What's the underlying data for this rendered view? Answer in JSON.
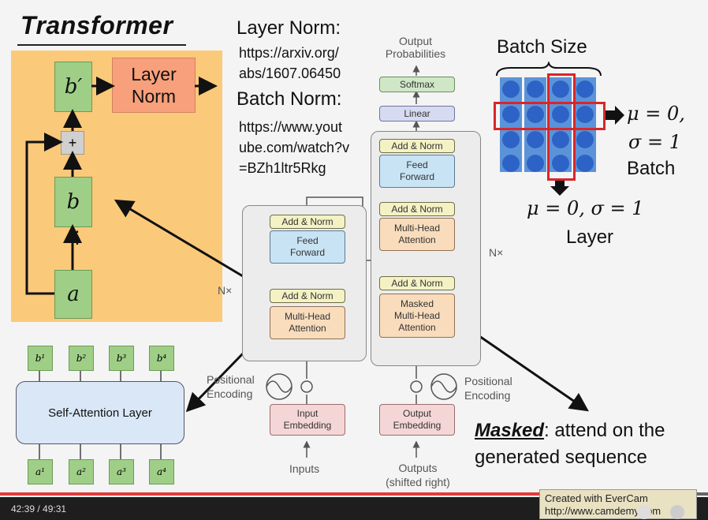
{
  "title": "Transformer",
  "left_diagram": {
    "b_prime": "b′",
    "layer_norm": "Layer\nNorm",
    "plus": "+",
    "b": "b",
    "dots": "⋮",
    "a": "a"
  },
  "refs": {
    "layer_norm_head": "Layer Norm:",
    "layer_norm_url_1": "https://arxiv.org/",
    "layer_norm_url_2": "abs/1607.06450",
    "batch_norm_head": "Batch Norm:",
    "batch_norm_url_1": "https://www.yout",
    "batch_norm_url_2": "ube.com/watch?v",
    "batch_norm_url_3": "=BZh1ltr5Rkg"
  },
  "transformer": {
    "output_probs": "Output\nProbabilities",
    "softmax": "Softmax",
    "linear": "Linear",
    "add_norm": "Add & Norm",
    "feed_forward": "Feed\nForward",
    "multi_head": "Multi-Head\nAttention",
    "masked_mha": "Masked\nMulti-Head\nAttention",
    "nx": "N×",
    "positional_encoding": "Positional\nEncoding",
    "input_embedding": "Input\nEmbedding",
    "output_embedding": "Output\nEmbedding",
    "inputs": "Inputs",
    "outputs": "Outputs\n(shifted right)"
  },
  "batch_panel": {
    "batch_size": "Batch Size",
    "mu_sigma_batch_1": "μ = 0,",
    "mu_sigma_batch_2": "σ = 1",
    "batch_label": "Batch",
    "mu_sigma_layer": "μ = 0, σ = 1",
    "layer_label": "Layer"
  },
  "self_attention": {
    "layer_label": "Self-Attention Layer",
    "b": [
      "b¹",
      "b²",
      "b³",
      "b⁴"
    ],
    "a": [
      "a¹",
      "a²",
      "a³",
      "a⁴"
    ]
  },
  "masked_note": {
    "masked": "Masked",
    "rest": ": attend on the",
    "line2": "generated sequence"
  },
  "player": {
    "time": "42:39 / 49:31",
    "progress": 0.864,
    "evercam_line1": "Created with EverCam",
    "evercam_line2": "http://www.camdemy.com"
  },
  "colors": {
    "accent_red": "#e23b3b",
    "dot_blue": "#2d63c6"
  }
}
